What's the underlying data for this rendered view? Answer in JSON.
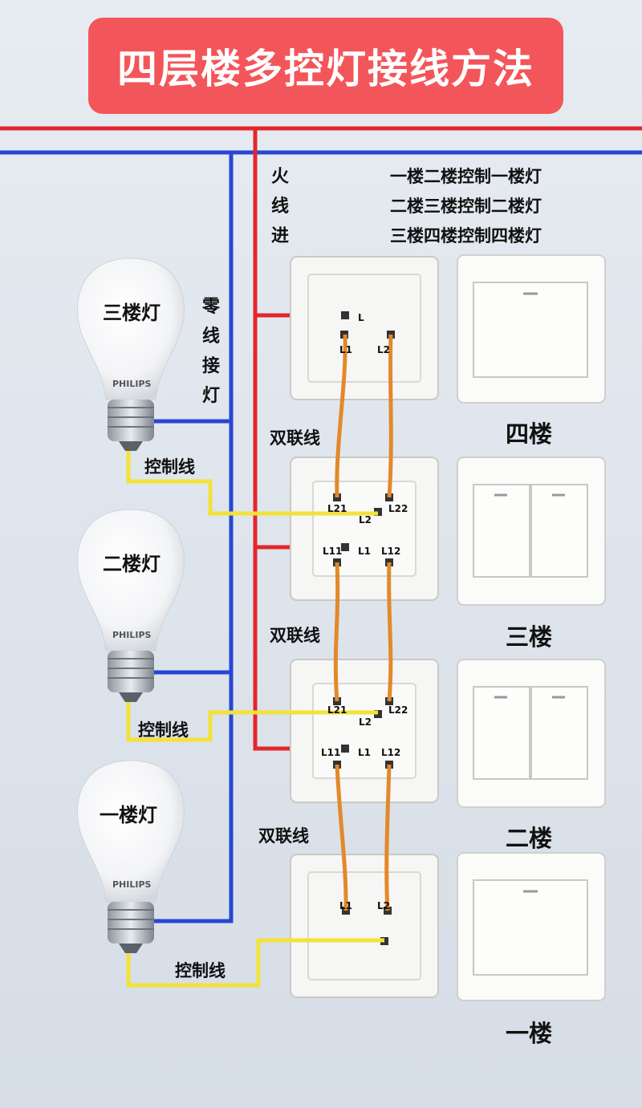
{
  "title": "四层楼多控灯接线方法",
  "colors": {
    "banner": "#f3565a",
    "live_wire": "#e2262c",
    "neutral_wire": "#2846d4",
    "control_wire": "#f2e23a",
    "traveler_wire": "#e2892a",
    "background": "#dfe6ee"
  },
  "labels": {
    "live_in": [
      "火",
      "线",
      "进"
    ],
    "neutral_to_lamp": [
      "零",
      "线",
      "接",
      "灯"
    ],
    "control_wire": "控制线",
    "double_wire": "双联线"
  },
  "notes": [
    "一楼二楼控制一楼灯",
    "二楼三楼控制二楼灯",
    "三楼四楼控制四楼灯"
  ],
  "lamps": [
    {
      "label": "三楼灯",
      "brand": "PHILIPS"
    },
    {
      "label": "二楼灯",
      "brand": "PHILIPS"
    },
    {
      "label": "一楼灯",
      "brand": "PHILIPS"
    }
  ],
  "floors": [
    "四楼",
    "三楼",
    "二楼",
    "一楼"
  ],
  "switches": {
    "fourth": {
      "L": "L",
      "L1": "L1",
      "L2": "L2"
    },
    "double": {
      "L21": "L21",
      "L22": "L22",
      "L2": "L2",
      "L11": "L11",
      "L1": "L1",
      "L12": "L12"
    },
    "first": {
      "L1": "L1",
      "L2": "L2"
    }
  },
  "panels": [
    {
      "floor": "四楼",
      "gangs": 1
    },
    {
      "floor": "三楼",
      "gangs": 2
    },
    {
      "floor": "二楼",
      "gangs": 2
    },
    {
      "floor": "一楼",
      "gangs": 1
    }
  ]
}
